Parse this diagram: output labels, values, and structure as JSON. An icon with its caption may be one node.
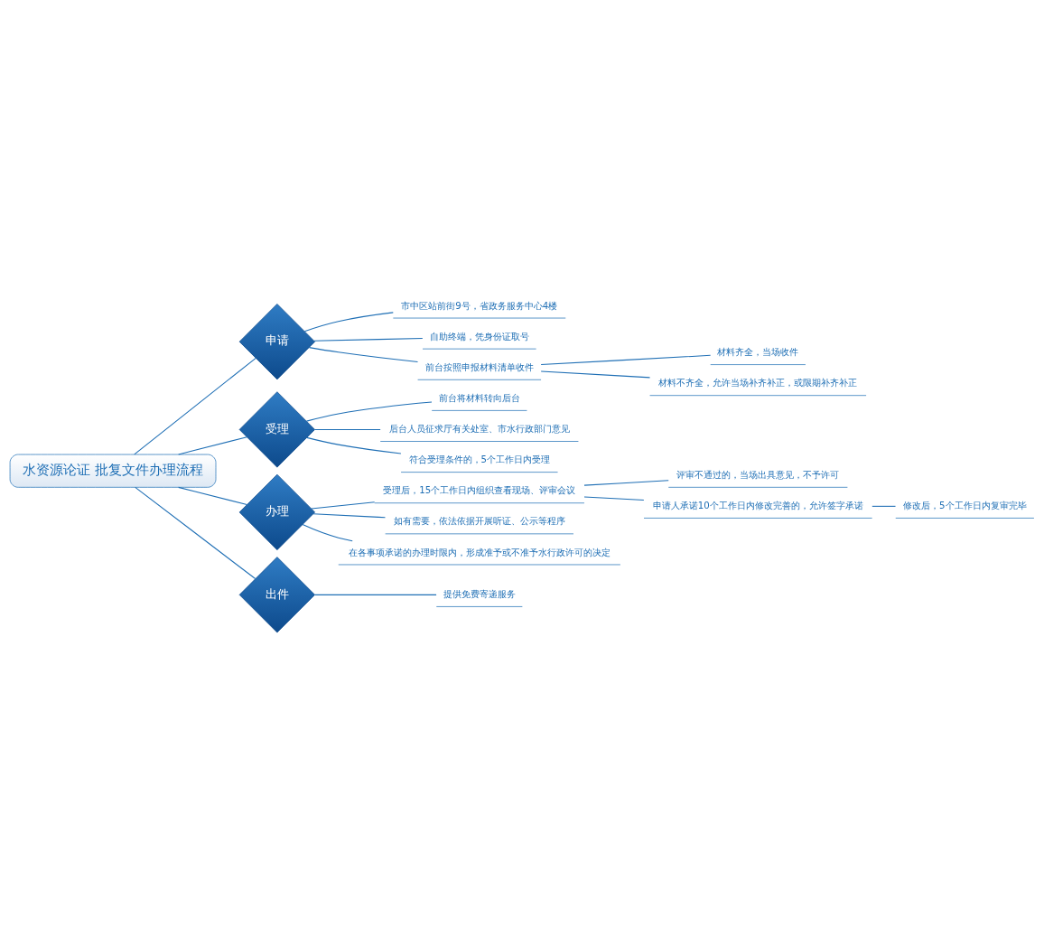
{
  "diagram": {
    "nodes": [
      {
        "text": [
          "水资源论证 批复文件办理流程"
        ]
      },
      {
        "text": [
          "申请"
        ]
      },
      {
        "text": [
          "市中区站前街9号，省政务服务中心4楼"
        ]
      },
      {
        "text": [
          "自助终端，凭身份证取号"
        ]
      },
      {
        "text": [
          "前台按照申报材料清单收件"
        ]
      },
      {
        "text": [
          "材料齐全，当场收件"
        ]
      },
      {
        "text": [
          "材料不齐全，允许当场补齐补正，或限期补齐补正"
        ]
      },
      {
        "text": [
          "受理"
        ]
      },
      {
        "text": [
          "前台将材料转向后台"
        ]
      },
      {
        "text": [
          "后台人员征求厅有关处室、市水行政部门意见"
        ]
      },
      {
        "text": [
          "符合受理条件的，5个工作日内受理"
        ]
      },
      {
        "text": [
          "办理"
        ]
      },
      {
        "text": [
          "受理后，15个工作日内组织查看现场、评审会议"
        ]
      },
      {
        "text": [
          "评审不通过的，当场出具意见，不予许可"
        ]
      },
      {
        "text": [
          "申请人承诺10个工作日内修改完善的，允许签字承诺"
        ]
      },
      {
        "text": [
          "修改后，5个工作日内复审完毕"
        ]
      },
      {
        "text": [
          "如有需要，依法依据开展听证、公示等程序"
        ]
      },
      {
        "text": [
          "在各事项承诺的办理时限内，形成准予或不准予水行政许可的决定"
        ]
      },
      {
        "text": [
          "出件"
        ]
      },
      {
        "text": [
          "提供免费寄递服务"
        ]
      }
    ],
    "edges": [
      {
        "from": 0,
        "to": 1,
        "arrow": "none"
      },
      {
        "from": 0,
        "to": 7,
        "arrow": "none"
      },
      {
        "from": 0,
        "to": 11,
        "arrow": "none"
      },
      {
        "from": 0,
        "to": 18,
        "arrow": "none"
      },
      {
        "from": 1,
        "to": 2,
        "arrow": "none"
      },
      {
        "from": 1,
        "to": 3,
        "arrow": "none"
      },
      {
        "from": 1,
        "to": 4,
        "arrow": "none"
      },
      {
        "from": 4,
        "to": 5,
        "arrow": "none"
      },
      {
        "from": 4,
        "to": 6,
        "arrow": "none"
      },
      {
        "from": 7,
        "to": 8,
        "arrow": "none"
      },
      {
        "from": 7,
        "to": 9,
        "arrow": "none"
      },
      {
        "from": 7,
        "to": 10,
        "arrow": "none"
      },
      {
        "from": 11,
        "to": 12,
        "arrow": "none"
      },
      {
        "from": 11,
        "to": 16,
        "arrow": "none"
      },
      {
        "from": 11,
        "to": 17,
        "arrow": "none"
      },
      {
        "from": 12,
        "to": 13,
        "arrow": "none"
      },
      {
        "from": 12,
        "to": 14,
        "arrow": "none"
      },
      {
        "from": 14,
        "to": 15,
        "arrow": "none"
      },
      {
        "from": 18,
        "to": 19,
        "arrow": "none"
      }
    ]
  }
}
